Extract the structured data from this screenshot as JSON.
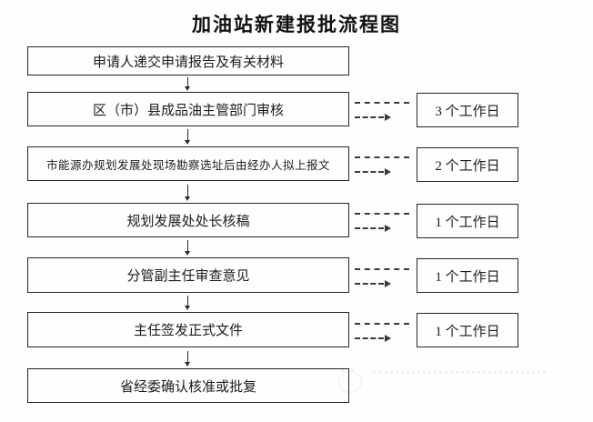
{
  "title": "加油站新建报批流程图",
  "flow": {
    "steps": [
      {
        "label": "申请人递交申请报告及有关材料"
      },
      {
        "label": "区（市）县成品油主管部门审核",
        "duration": "3 个工作日"
      },
      {
        "label": "市能源办规划发展处现场勘察选址后由经办人拟上报文",
        "duration": "2 个工作日"
      },
      {
        "label": "规划发展处处长核稿",
        "duration": "1 个工作日"
      },
      {
        "label": "分管副主任审查意见",
        "duration": "1 个工作日"
      },
      {
        "label": "主任签发正式文件",
        "duration": "1 个工作日"
      },
      {
        "label": "省经委确认核准或批复"
      }
    ]
  },
  "colors": {
    "line": "#2a2a2a",
    "text": "#1c1c1c",
    "background": "#fefefe"
  }
}
